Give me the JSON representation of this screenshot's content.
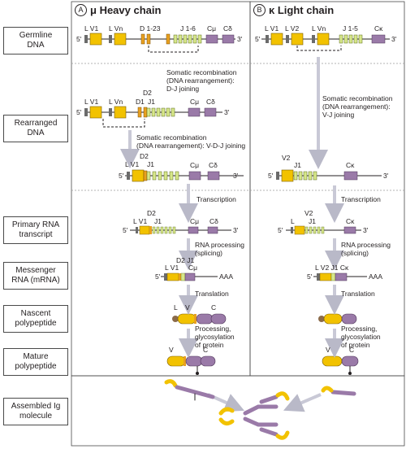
{
  "stages": [
    "Germline\nDNA",
    "Rearranged\nDNA",
    "Primary RNA\ntranscript",
    "Messenger\nRNA (mRNA)",
    "Nascent\npolypeptide",
    "Mature\npolypeptide",
    "Assembled Ig\nmolecule"
  ],
  "heavy": {
    "letter": "A",
    "title": "μ Heavy chain",
    "germline_labels": {
      "lv1": "L V1",
      "lvn": "L Vn",
      "d": "D 1-23",
      "j": "J 1-6",
      "cmu": "Cμ",
      "cdelta": "Cδ",
      "five": "5'",
      "three": "3'"
    },
    "note_dj": "Somatic recombination\n(DNA rearrangement):\nD-J joining",
    "dj_labels": {
      "lv1": "L V1",
      "lvn": "L Vn",
      "d2": "D2",
      "d1": "D1",
      "j1": "J1",
      "cmu": "Cμ",
      "cdelta": "Cδ",
      "five": "5'",
      "three": "3'"
    },
    "note_vdj": "Somatic recombination\n(DNA rearrangement): V-D-J joining",
    "vdj_labels": {
      "lv1": "L V1",
      "d2": "D2",
      "j1": "J1",
      "cmu": "Cμ",
      "cdelta": "Cδ",
      "five": "5'",
      "three": "3'"
    },
    "note_transcription": "Transcription",
    "rna_labels": {
      "d2": "D2",
      "lv1": "L V1",
      "j1": "J1",
      "cmu": "Cμ",
      "cdelta": "Cδ",
      "five": "5'",
      "three": "3'"
    },
    "note_processing": "RNA processing\n(splicing)",
    "mrna_labels": {
      "d2j1": "D2 J1",
      "lv1": "L V1",
      "cmu": "Cμ",
      "five": "5'",
      "aaa": "AAA"
    },
    "note_translation": "Translation",
    "nascent_labels": {
      "l": "L",
      "v": "V",
      "c": "C"
    },
    "note_glyco": "Processing,\nglycosylation\nof protein",
    "mature_labels": {
      "v": "V",
      "c": "C"
    }
  },
  "light": {
    "letter": "B",
    "title": "κ Light chain",
    "germline_labels": {
      "lv1": "L V1",
      "lv2": "L V2",
      "lvn": "L Vn",
      "j": "J 1-5",
      "ck": "Cκ",
      "five": "5'",
      "three": "3'"
    },
    "note_vj": "Somatic recombination\n(DNA rearrangement):\nV-J joining",
    "vj_labels": {
      "v2": "V2",
      "j1": "J1",
      "ck": "Cκ",
      "five": "5'",
      "three": "3'"
    },
    "note_transcription": "Transcription",
    "rna_labels": {
      "v2": "V2",
      "l": "L",
      "j1": "J1",
      "ck": "Cκ",
      "five": "5'",
      "three": "3'"
    },
    "note_processing": "RNA processing\n(splicing)",
    "mrna_labels": {
      "lv2j1ck": "L V2 J1 Cκ",
      "five": "5'",
      "aaa": "AAA"
    },
    "note_translation": "Translation",
    "note_glyco": "Processing,\nglycosylation\nof protein",
    "mature_labels": {
      "v": "V",
      "c": "C"
    }
  },
  "colors": {
    "v_segment": "#f2c200",
    "d_segment": "#e8a020",
    "j_segment": "#d7e78a",
    "c_segment": "#9a7aa8",
    "leader": "#6b6b6b",
    "arrow": "#c9c9d6"
  }
}
